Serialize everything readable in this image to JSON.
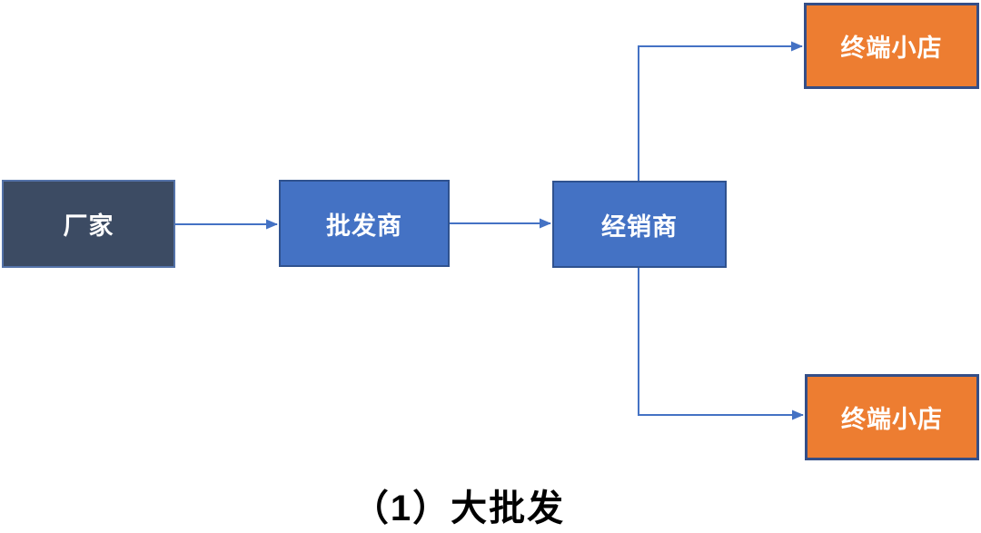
{
  "diagram": {
    "title": "distribution-chain-flowchart",
    "nodes": {
      "factory": {
        "label": "厂家",
        "role": "manufacturer",
        "fill": "#3C4B63"
      },
      "wholesaler": {
        "label": "批发商",
        "role": "wholesaler",
        "fill": "#4472C4"
      },
      "distributor": {
        "label": "经销商",
        "role": "distributor",
        "fill": "#4472C4"
      },
      "shop_top": {
        "label": "终端小店",
        "role": "terminal-shop",
        "fill": "#ED7D31"
      },
      "shop_bottom": {
        "label": "终端小店",
        "role": "terminal-shop",
        "fill": "#ED7D31"
      }
    },
    "edges": [
      {
        "from": "factory",
        "to": "wholesaler"
      },
      {
        "from": "wholesaler",
        "to": "distributor"
      },
      {
        "from": "distributor",
        "to": "shop_top"
      },
      {
        "from": "distributor",
        "to": "shop_bottom"
      }
    ],
    "caption": "（1）大批发",
    "colors": {
      "dark_fill": "#3C4B63",
      "dark_border": "#5472A8",
      "blue_fill": "#4472C4",
      "blue_border": "#2F528F",
      "orange_fill": "#ED7D31",
      "orange_border": "#344E87",
      "arrow": "#4472C4",
      "caption_color": "#000000",
      "background": "#FFFFFF"
    }
  }
}
